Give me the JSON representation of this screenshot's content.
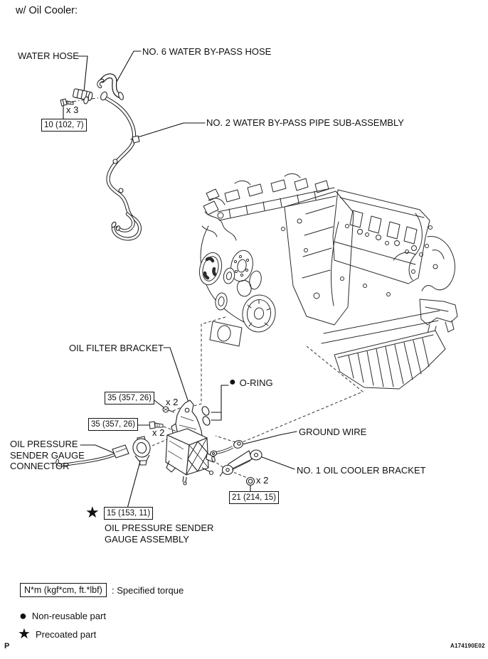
{
  "header": {
    "title": "w/ Oil Cooler:"
  },
  "labels": {
    "water_hose": "WATER HOSE",
    "no6_water_bypass_hose": "NO. 6 WATER BY-PASS HOSE",
    "no2_water_bypass_pipe": "NO. 2 WATER BY-PASS PIPE SUB-ASSEMBLY",
    "oil_filter_bracket": "OIL FILTER BRACKET",
    "o_ring": "O-RING",
    "ground_wire": "GROUND WIRE",
    "no1_oil_cooler_bracket": "NO. 1 OIL COOLER BRACKET",
    "oil_pressure_sender_gauge_connector": {
      "line1": "OIL PRESSURE",
      "line2": "SENDER GAUGE",
      "line3": "CONNECTOR"
    },
    "oil_pressure_sender_gauge_assembly": {
      "line1": "OIL PRESSURE SENDER",
      "line2": "GAUGE ASSEMBLY"
    }
  },
  "torque_specs": {
    "water_bypass_pipe_bolts": {
      "value": "10 (102, 7)",
      "quantity": "x 3"
    },
    "oil_filter_bracket_upper_bolts": {
      "value": "35 (357, 26)",
      "quantity": "x 2"
    },
    "oil_filter_bracket_lower_bolts": {
      "value": "35 (357, 26)",
      "quantity": "x 2"
    },
    "oil_cooler_bracket_nuts": {
      "value": "21 (214, 15)",
      "quantity": "x 2"
    },
    "oil_pressure_sender_gauge": {
      "value": "15 (153, 11)"
    }
  },
  "symbols": {
    "non_reusable_bullet": "●",
    "precoated_star": "★"
  },
  "legend": {
    "torque_unit_box": "N*m (kgf*cm, ft.*lbf)",
    "torque_description": ": Specified torque",
    "non_reusable_label": "Non-reusable part",
    "precoated_label": "Precoated part"
  },
  "footer": {
    "page_marker": "P",
    "figure_id": "A174190E02"
  },
  "colors": {
    "line": "#222222",
    "background": "#ffffff"
  }
}
